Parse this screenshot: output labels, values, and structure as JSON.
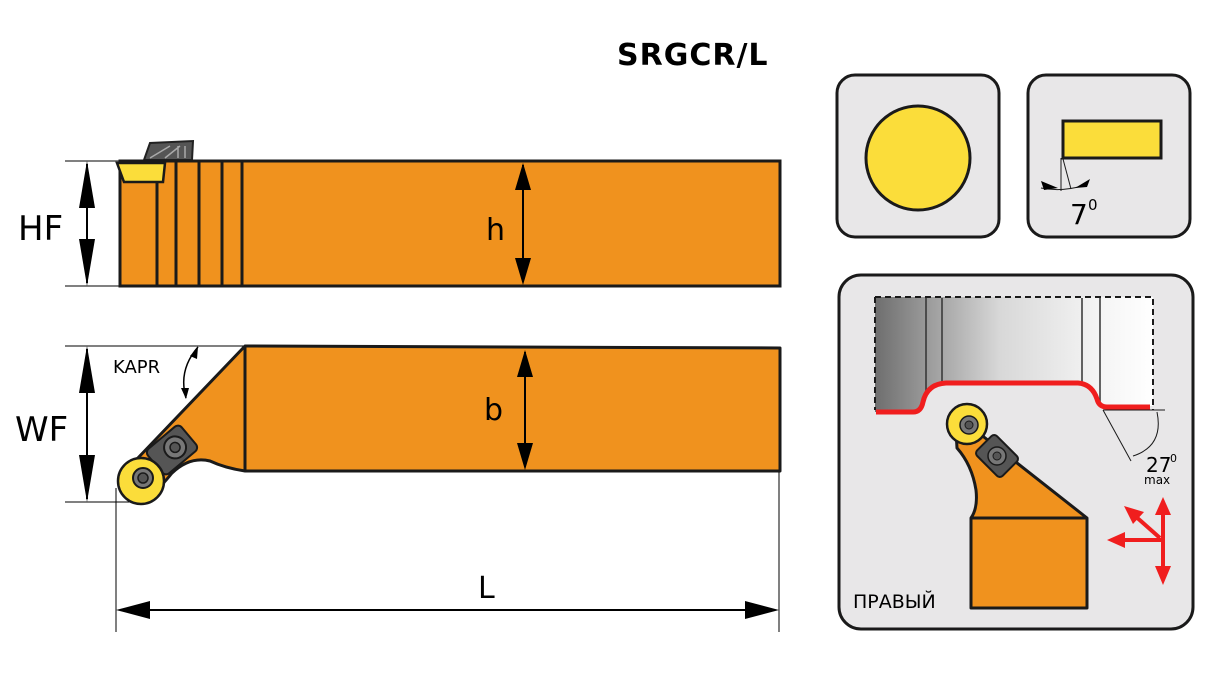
{
  "title": "SRGCR/L",
  "side_view": {
    "height_label": "HF",
    "shank_height_label": "h"
  },
  "top_view": {
    "width_label": "WF",
    "shank_width_label": "b",
    "angle_label": "KAPR",
    "length_label": "L"
  },
  "insert_shape_panel": {
    "shape": "round"
  },
  "clearance_panel": {
    "angle_value": "7",
    "angle_unit": "0"
  },
  "application_panel": {
    "angle_value": "27",
    "angle_unit": "0",
    "angle_qualifier": "max",
    "hand_label": "ПРАВЫЙ"
  },
  "colors": {
    "body": "#F0921E",
    "insert": "#FBDD3A",
    "panel_bg": "#E8E7E8",
    "feed_arrows": "#F01E1E",
    "screw": "#555555"
  }
}
